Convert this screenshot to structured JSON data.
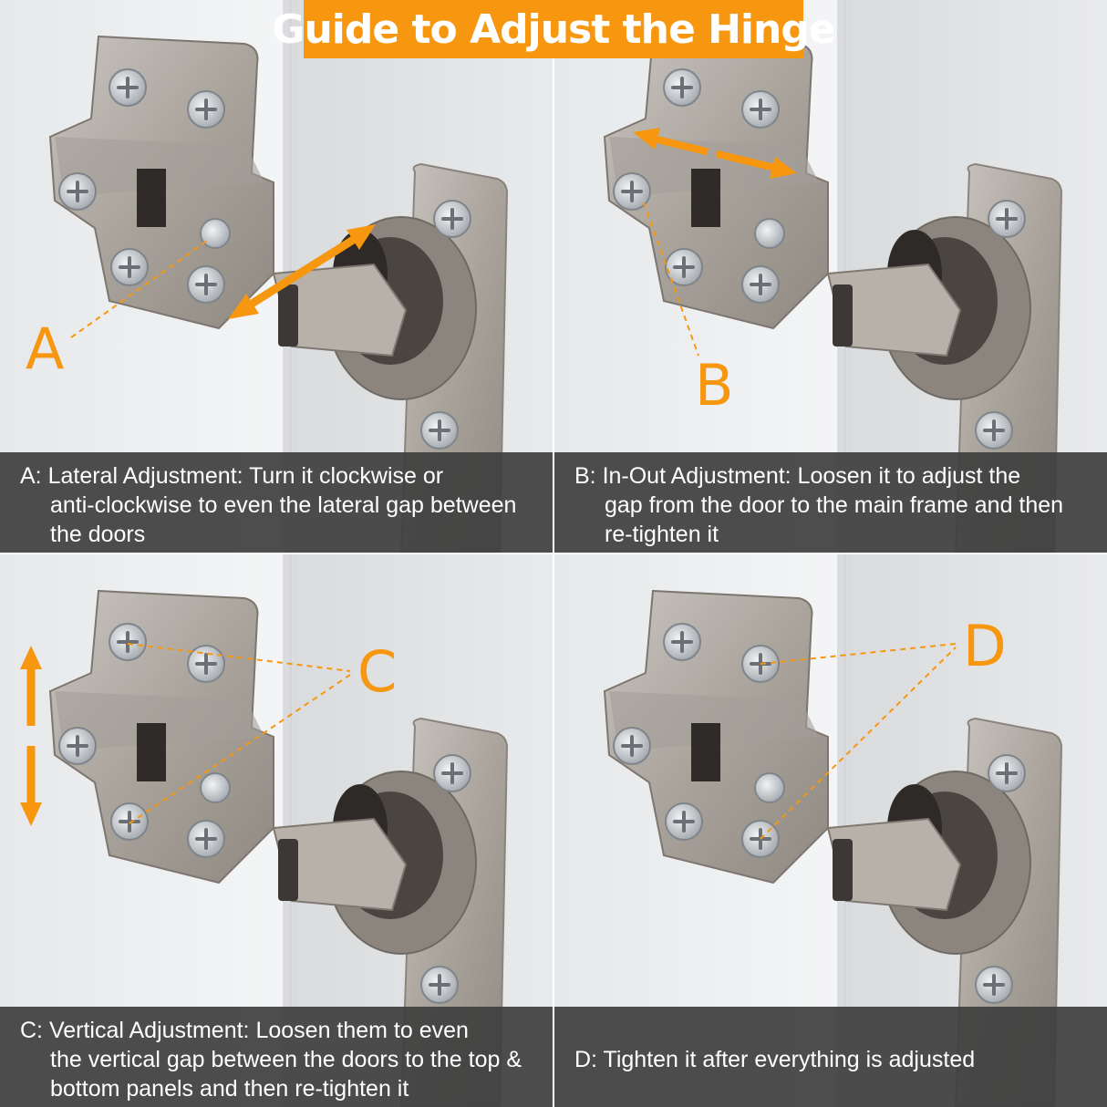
{
  "title": "Guide  to Adjust the Hinge",
  "colors": {
    "accent": "#f7960f",
    "caption_bg": "#404040",
    "metal": "#b9b3ad"
  },
  "panels": {
    "a": {
      "letter": "A",
      "caption_lead": "A: Lateral Adjustment: Turn it clockwise or",
      "caption_rest": "anti-clockwise to even the lateral gap between the doors"
    },
    "b": {
      "letter": "B",
      "caption_lead": "B: In-Out Adjustment: Loosen it to adjust the",
      "caption_rest": "gap from the door to the main frame and then re-tighten it"
    },
    "c": {
      "letter": "C",
      "caption_lead": "C: Vertical Adjustment: Loosen them to even",
      "caption_rest": "the vertical gap between the doors to the top & bottom panels and then re-tighten it"
    },
    "d": {
      "letter": "D",
      "caption_lead": "D: Tighten it after everything is adjusted",
      "caption_rest": ""
    }
  }
}
